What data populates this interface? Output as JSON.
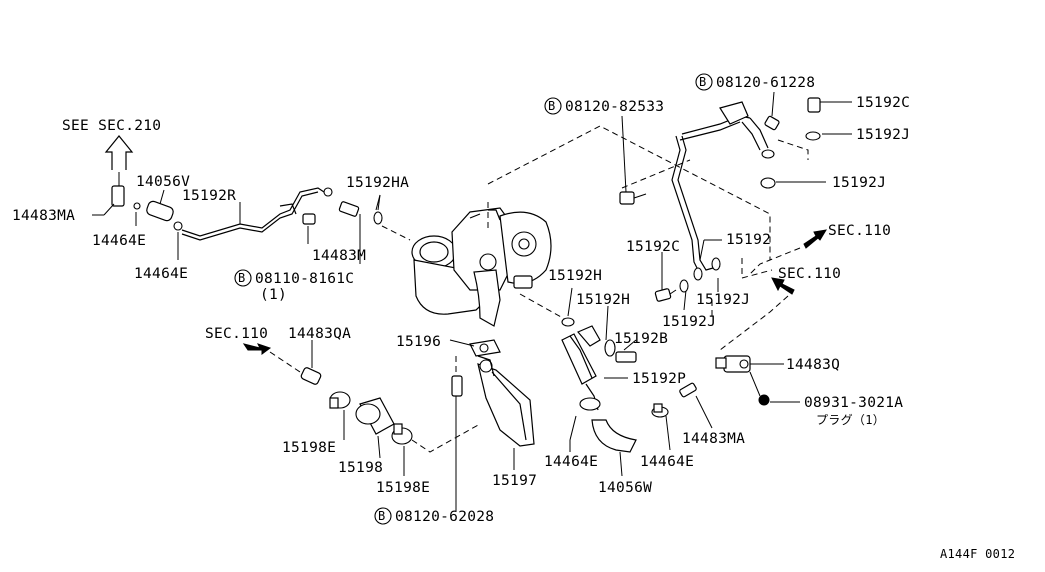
{
  "diagram": {
    "ref_code": "A144F 0012",
    "see_sec": "SEE SEC.210",
    "bolt_prefix": "B",
    "labels": {
      "l14483MA_left": "14483MA",
      "l14464E_a": "14464E",
      "l14464E_b": "14464E",
      "l14056V": "14056V",
      "l15192R": "15192R",
      "l14483M": "14483M",
      "l08110": "08110-8161C",
      "l08110_qty": "(1)",
      "l15192HA": "15192HA",
      "l08120_82533": "08120-82533",
      "l08120_61228": "08120-61228",
      "l15192C_top": "15192C",
      "l15192J_top": "15192J",
      "l15192J_mid": "15192J",
      "sec110_a": "SEC.110",
      "l15192": "15192",
      "l15192C_mid": "15192C",
      "sec110_b": "SEC.110",
      "l15192H_a": "15192H",
      "l15192H_b": "15192H",
      "l15192J_c": "15192J",
      "l15192J_d": "15192J",
      "l15192B": "15192B",
      "l15196": "15196",
      "sec110_c": "SEC.110",
      "l14483QA": "14483QA",
      "l14483Q": "14483Q",
      "l15192P": "15192P",
      "l08931": "08931-3021A",
      "plug": "プラグ（1）",
      "l15198E_a": "15198E",
      "l15198": "15198",
      "l15198E_b": "15198E",
      "l15197": "15197",
      "l14464E_c": "14464E",
      "l14464E_d": "14464E",
      "l14483MA_right": "14483MA",
      "l14056W": "14056W",
      "l08120_62028": "08120-62028"
    }
  }
}
